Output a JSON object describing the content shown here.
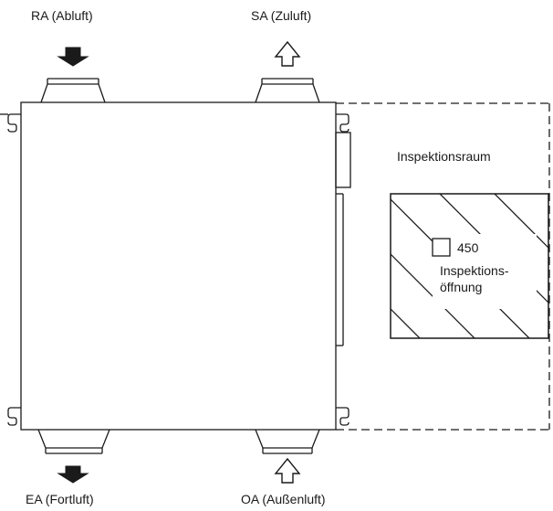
{
  "labels": {
    "ra": "RA (Abluft)",
    "sa": "SA (Zuluft)",
    "ea": "EA (Fortluft)",
    "oa": "OA (Außenluft)",
    "inspection_room": "Inspektionsraum",
    "opening_size": "450",
    "opening_line1": "Inspektions-",
    "opening_line2": "öffnung"
  },
  "arrows": {
    "ra": {
      "direction": "down",
      "style": "filled"
    },
    "sa": {
      "direction": "up",
      "style": "outline"
    },
    "ea": {
      "direction": "down",
      "style": "filled"
    },
    "oa": {
      "direction": "up",
      "style": "outline"
    }
  },
  "colors": {
    "line": "#1a1a1a",
    "fill": "#ffffff"
  }
}
